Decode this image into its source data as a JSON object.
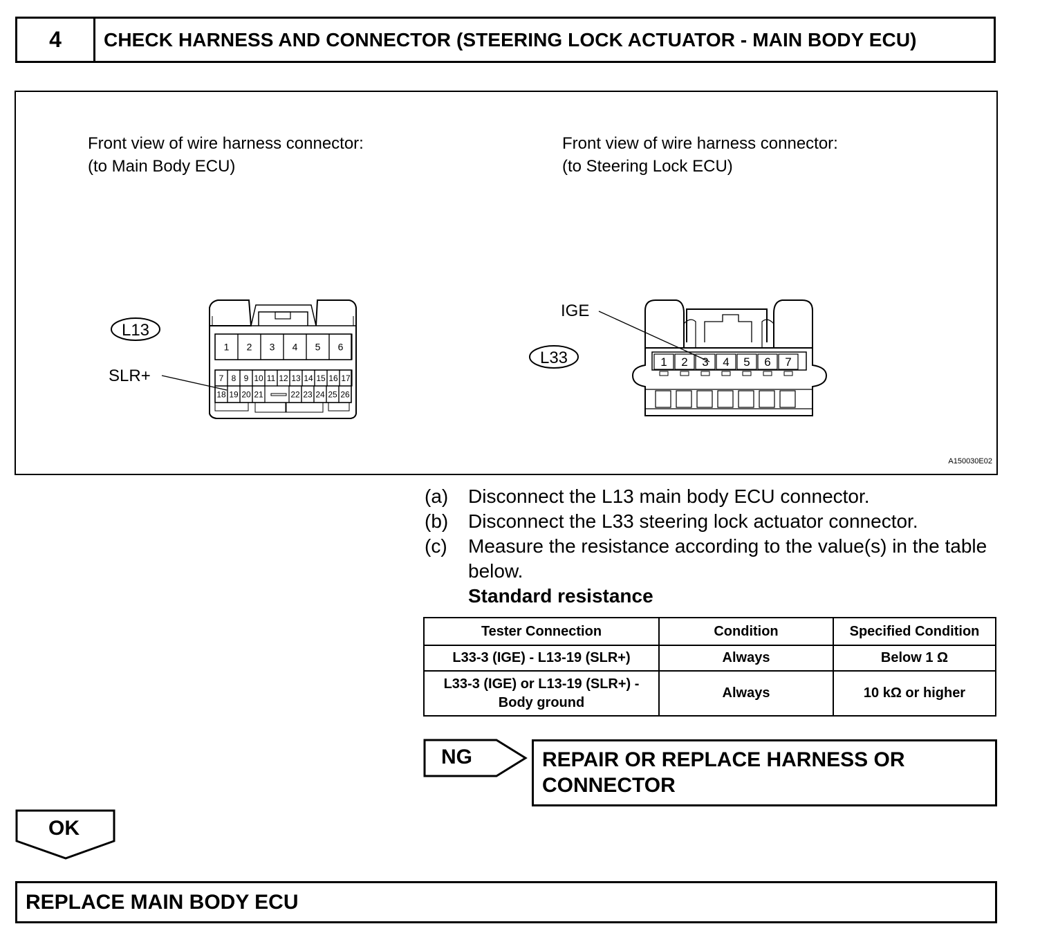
{
  "step": {
    "number": "4",
    "title": "CHECK HARNESS AND CONNECTOR (STEERING LOCK ACTUATOR - MAIN BODY ECU)"
  },
  "figure": {
    "left": {
      "caption_line1": "Front view of wire harness connector:",
      "caption_line2": "(to Main Body ECU)",
      "connector_id": "L13",
      "pin_label": "SLR+",
      "pins_top": [
        "1",
        "2",
        "3",
        "4",
        "5",
        "6"
      ],
      "pins_mid": [
        "7",
        "8",
        "9",
        "10",
        "11",
        "12",
        "13",
        "14",
        "15",
        "16",
        "17"
      ],
      "pins_bot_left": [
        "18",
        "19",
        "20",
        "21"
      ],
      "pins_bot_right": [
        "22",
        "23",
        "24",
        "25",
        "26"
      ]
    },
    "right": {
      "caption_line1": "Front view of wire harness connector:",
      "caption_line2": "(to Steering Lock ECU)",
      "connector_id": "L33",
      "pin_label": "IGE",
      "pins": [
        "1",
        "2",
        "3",
        "4",
        "5",
        "6",
        "7"
      ]
    },
    "figure_id": "A150030E02"
  },
  "steps": [
    {
      "letter": "(a)",
      "text": "Disconnect the L13 main body ECU connector."
    },
    {
      "letter": "(b)",
      "text": "Disconnect the L33 steering lock actuator connector."
    },
    {
      "letter": "(c)",
      "text": "Measure the resistance according to the value(s) in the table below."
    }
  ],
  "standard_title": "Standard resistance",
  "table": {
    "headers": [
      "Tester Connection",
      "Condition",
      "Specified Condition"
    ],
    "rows": [
      {
        "connection": "L33-3 (IGE) - L13-19 (SLR+)",
        "connection_line2": "",
        "condition": "Always",
        "spec": "Below 1 Ω"
      },
      {
        "connection": "L33-3 (IGE) or L13-19 (SLR+) -",
        "connection_line2": "Body ground",
        "condition": "Always",
        "spec": "10 kΩ or higher"
      }
    ]
  },
  "ng": {
    "label": "NG",
    "line1": "REPAIR OR REPLACE HARNESS OR",
    "line2": "CONNECTOR"
  },
  "ok": {
    "label": "OK"
  },
  "final": "REPLACE MAIN BODY ECU"
}
